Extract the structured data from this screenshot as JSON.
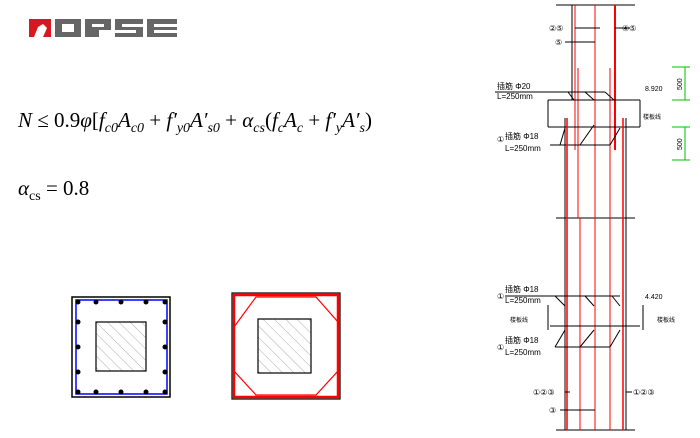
{
  "logo": {
    "text": "HORSE",
    "colors": {
      "red": "#d7191f",
      "gray": "#666666"
    }
  },
  "formula": {
    "lhs": "N",
    "rel": "≤",
    "coef": "0.9",
    "phi": "φ",
    "bracket_open": "[",
    "t1_f": "f",
    "t1_fsub": "c0",
    "t1_A": "A",
    "t1_Asub": "c0",
    "plus": "+",
    "t2_f": "f′",
    "t2_fsub": "y0",
    "t2_A": "A′",
    "t2_Asub": "s0",
    "alpha": "α",
    "alpha_sub": "cs",
    "paren_open": "(",
    "t3_f": "f",
    "t3_fsub": "c",
    "t3_A": "A",
    "t3_Asub": "c",
    "t4_f": "f′",
    "t4_fsub": "y",
    "t4_A": "A′",
    "t4_Asub": "s",
    "paren_close": ")"
  },
  "alpha_eq": {
    "alpha": "α",
    "sub": "cs",
    "eq": "= 0.8"
  },
  "drawing": {
    "labels": {
      "top_left_bar": "②⑤",
      "top_mid_bar": "⑤",
      "top_right_bar": "④⑤",
      "upper_dowel": "插筋 Φ20",
      "upper_dowel_len": "L=250mm",
      "elev_upper": "8.920",
      "dim_upper1": "500",
      "dim_upper2": "500",
      "upper_right_note": "楼板线",
      "mid_dowel": "插筋 Φ18",
      "mid_dowel_len": "L=250mm",
      "mid_marker": "①",
      "lower_dowel1": "插筋 Φ18",
      "lower_dowel1_len": "L=250mm",
      "lower_marker1": "①",
      "elev_lower": "4.420",
      "lower_left_note": "楼板线",
      "lower_right_note": "楼板线",
      "lower_dowel2": "插筋 Φ18",
      "lower_dowel2_len": "L=250mm",
      "lower_marker2": "①",
      "bot_left_bar": "①②③",
      "bot_mid_bar": "③",
      "bot_right_bar": "①②③"
    },
    "colors": {
      "rebar_new": "#ff0000",
      "line": "#000000",
      "dim": "#00c000",
      "stirrup_old": "#0000ff"
    }
  }
}
